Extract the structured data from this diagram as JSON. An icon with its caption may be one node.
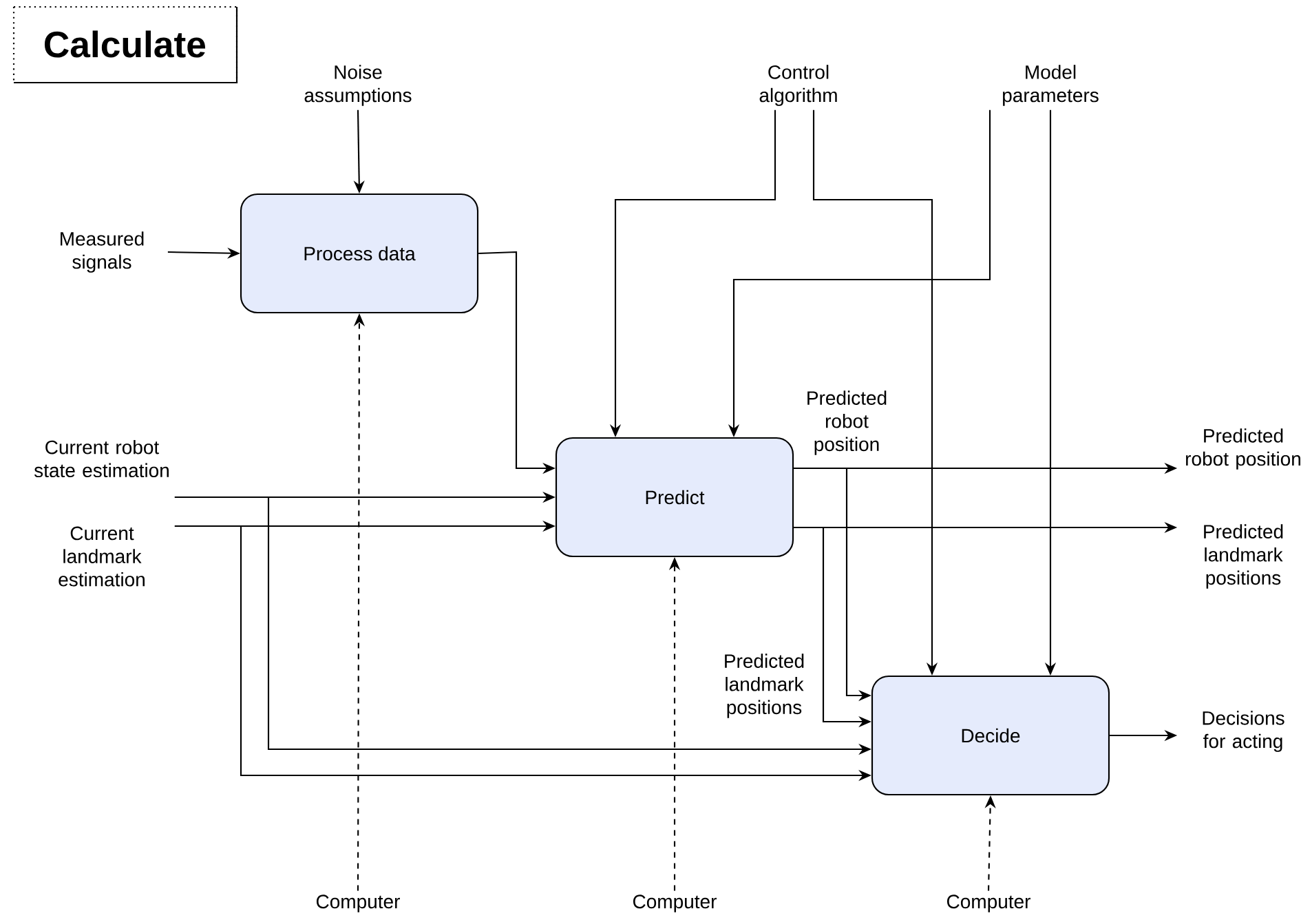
{
  "diagram": {
    "title": "Calculate",
    "nodes": [
      {
        "text": [
          "Noise assumptions"
        ]
      },
      {
        "text": [
          "Control algorithm"
        ]
      },
      {
        "text": [
          "Model parameters"
        ]
      },
      {
        "text": [
          "Measured signals"
        ]
      },
      {
        "text": [
          "Process data"
        ]
      },
      {
        "text": [
          "Current robot state estimation"
        ]
      },
      {
        "text": [
          "Current landmark estimation"
        ]
      },
      {
        "text": [
          "Predict"
        ]
      },
      {
        "text": [
          "Predicted robot position"
        ]
      },
      {
        "text": [
          "Predicted landmark positions"
        ]
      },
      {
        "text": [
          "Decide"
        ]
      },
      {
        "text": [
          "Decisions for acting"
        ]
      },
      {
        "text": [
          "Computer"
        ]
      },
      {
        "text": [
          "Computer"
        ]
      },
      {
        "text": [
          "Computer"
        ]
      }
    ],
    "edges": [
      {
        "from": 0,
        "to": 4,
        "arrow": "to"
      },
      {
        "from": 3,
        "to": 4,
        "arrow": "to"
      },
      {
        "from": 4,
        "to": 7,
        "arrow": "to"
      },
      {
        "from": 1,
        "to": 7,
        "arrow": "to"
      },
      {
        "from": 1,
        "to": 10,
        "arrow": "to"
      },
      {
        "from": 2,
        "to": 7,
        "arrow": "to"
      },
      {
        "from": 2,
        "to": 10,
        "arrow": "to"
      },
      {
        "from": 5,
        "to": 7,
        "arrow": "to"
      },
      {
        "from": 6,
        "to": 7,
        "arrow": "to"
      },
      {
        "from": 5,
        "to": 10,
        "arrow": "to"
      },
      {
        "from": 6,
        "to": 10,
        "arrow": "to"
      },
      {
        "from": 7,
        "to": 8,
        "arrow": "to"
      },
      {
        "from": 7,
        "to": 9,
        "arrow": "to"
      },
      {
        "from": 7,
        "to": 10,
        "arrow": "to",
        "label": "Predicted robot position"
      },
      {
        "from": 7,
        "to": 10,
        "arrow": "to",
        "label": "Predicted landmark positions"
      },
      {
        "from": 10,
        "to": 11,
        "arrow": "to"
      },
      {
        "from": 12,
        "to": 4,
        "arrow": "to",
        "style": "dashed"
      },
      {
        "from": 13,
        "to": 7,
        "arrow": "to",
        "style": "dashed"
      },
      {
        "from": 14,
        "to": 10,
        "arrow": "to",
        "style": "dashed"
      }
    ]
  }
}
